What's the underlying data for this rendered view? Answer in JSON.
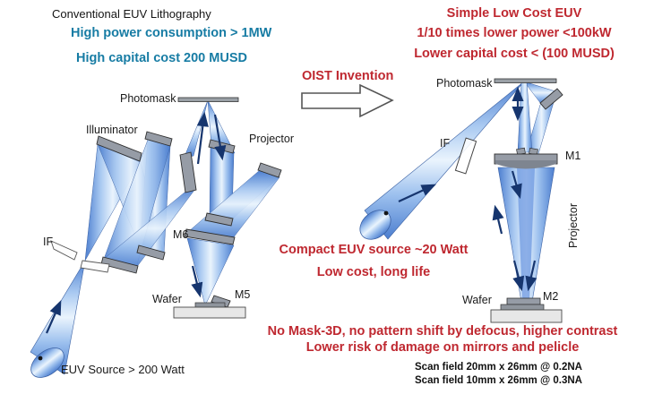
{
  "left": {
    "title": "Conventional EUV Lithography",
    "power": "High power consumption  > 1MW",
    "cost": "High capital cost  200 MUSD",
    "photomask": "Photomask",
    "illuminator": "Illuminator",
    "projector": "Projector",
    "if_label": "IF",
    "m6": "M6",
    "m5": "M5",
    "wafer": "Wafer",
    "source": "EUV Source > 200 Watt"
  },
  "center": {
    "invention": "OIST Invention",
    "compact": "Compact EUV source ~20 Watt",
    "lowcost": "Low cost, long life"
  },
  "right": {
    "title": "Simple Low Cost EUV",
    "power": "1/10 times lower power <100kW",
    "cost": "Lower capital cost < (100 MUSD)",
    "photomask": "Photomask",
    "if_label": "IF",
    "m1": "M1",
    "m2": "M2",
    "projector": "Projector",
    "wafer": "Wafer"
  },
  "bottom": {
    "claim1": "No Mask-3D, no pattern shift by defocus, higher contrast",
    "claim2": "Lower risk of damage on mirrors and pelicle",
    "scan1": "Scan field 20mm x 26mm @ 0.2NA",
    "scan2": "Scan field 10mm x 26mm @ 0.3NA"
  },
  "colors": {
    "teal": "#177ca4",
    "red": "#bf2830",
    "beam_edge": "#4c7ecf",
    "beam_light": "#eaf4fd",
    "mirror_gray": "#969ca6",
    "arrow_navy": "#16356e",
    "stage_gray": "#e7e7e7"
  }
}
